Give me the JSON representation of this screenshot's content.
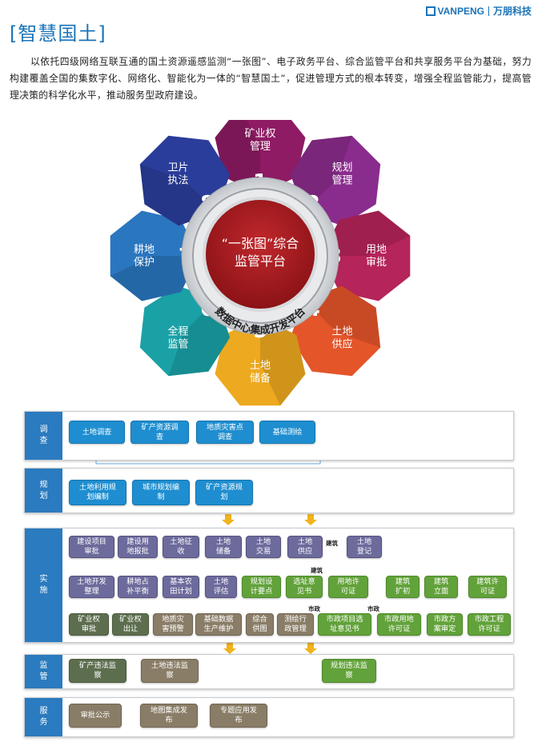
{
  "header": {
    "brand": "VANPENG",
    "brand_cn": "万朋科技",
    "title": "[智慧国土]",
    "intro": "以依托四级网络互联互通的国土资源遥感监测“一张图”、电子政务平台、综合监管平台和共享服务平台为基础，努力构建覆盖全国的集数字化、网络化、智能化为一体的“智慧国土”，促进管理方式的根本转变，增强全程监管能力，提高管理决策的科学化水平，推动服务型政府建设。"
  },
  "wheel": {
    "center_line1": "“一张图”综合",
    "center_line2": "监管平台",
    "ring_text": "数据中心集成开发平台",
    "petals": [
      {
        "num": "1",
        "line1": "矿业权",
        "line2": "管理",
        "color": "#8e1b63"
      },
      {
        "num": "2",
        "line1": "规划",
        "line2": "管理",
        "color": "#8a2c8d"
      },
      {
        "num": "3",
        "line1": "用地",
        "line2": "审批",
        "color": "#b5245a"
      },
      {
        "num": "4",
        "line1": "土地",
        "line2": "供应",
        "color": "#e4552a"
      },
      {
        "num": "5",
        "line1": "土地",
        "line2": "储备",
        "color": "#eda91f"
      },
      {
        "num": "6",
        "line1": "全程",
        "line2": "监管",
        "color": "#1aa1a6"
      },
      {
        "num": "7",
        "line1": "耕地",
        "line2": "保护",
        "color": "#2a76bf"
      },
      {
        "num": "8",
        "line1": "卫片",
        "line2": "执法",
        "color": "#2b3d9a"
      }
    ]
  },
  "flow": {
    "survey": {
      "tab": "调\n查",
      "items": [
        "土地调查",
        "矿产资源调\n查",
        "地质灾害点\n调查",
        "基础测绘"
      ]
    },
    "planning": {
      "tab": "规\n划",
      "items": [
        "土地利用规\n划编制",
        "城市规划编\n制",
        "矿产资源规\n划"
      ]
    },
    "implement": {
      "tab": "实\n施",
      "row1": [
        "建设项目\n审批",
        "建设用\n地报批",
        "土地征\n收",
        "土地\n储备",
        "土地\n交易",
        "土地\n供应",
        "土地\n登记"
      ],
      "row2": [
        "土地开发\n整理",
        "耕地占\n补平衡",
        "基本农\n田计划",
        "土地\n评估",
        "规划设\n计要点",
        "选址意\n见书",
        "用地许\n可证",
        "建筑\n扩初",
        "建筑\n立面",
        "建筑许\n可证"
      ],
      "row3": [
        "矿业权\n审批",
        "矿业权\n出让",
        "地质灾\n害预警",
        "基础数据\n生产维护",
        "综合\n供图",
        "测绘行\n政管理",
        "市政项目选\n址意见书",
        "市政用地\n许可证",
        "市政方\n案审定",
        "市政工程\n许可证"
      ],
      "tags": [
        "建筑",
        "建筑",
        "市政",
        "市政"
      ]
    },
    "supervision": {
      "tab": "监\n管",
      "items": [
        "矿产违法监\n察",
        "土地违法监\n察",
        "规划违法监\n察"
      ]
    },
    "service": {
      "tab": "服\n务",
      "items": [
        "审批公示",
        "地图集成发\n布",
        "专题应用发\n布"
      ]
    }
  }
}
